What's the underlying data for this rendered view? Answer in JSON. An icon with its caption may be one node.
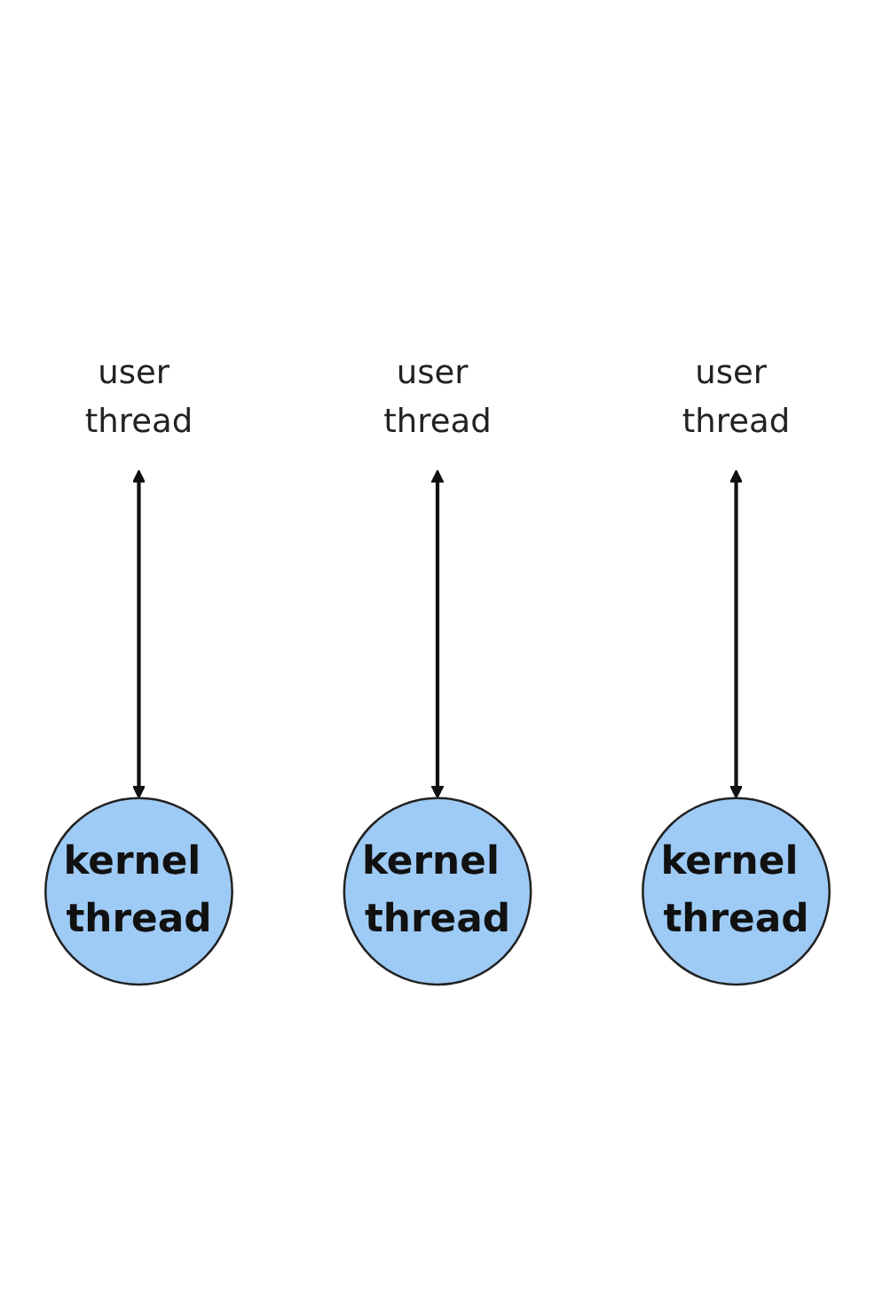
{
  "diagram": {
    "nodes": [
      {
        "text": [
          "user thread"
        ]
      },
      {
        "text": [
          "user thread"
        ]
      },
      {
        "text": [
          "user thread"
        ]
      },
      {
        "text": [
          "kernel thread"
        ]
      },
      {
        "text": [
          "kernel thread"
        ]
      },
      {
        "text": [
          "kernel thread"
        ]
      }
    ],
    "edges": [
      {
        "from": 0,
        "to": 3,
        "arrow": "both"
      },
      {
        "from": 1,
        "to": 4,
        "arrow": "both"
      },
      {
        "from": 2,
        "to": 5,
        "arrow": "both"
      }
    ]
  }
}
